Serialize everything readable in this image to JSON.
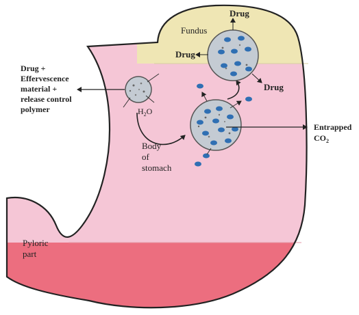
{
  "labels": {
    "fundus": "Fundus",
    "drug_top": "Drug",
    "drug_left": "Drug",
    "drug_right": "Drug",
    "input_line1": "Drug +",
    "input_line2": "Effervescence",
    "input_line3": "material +",
    "input_line4": "release control",
    "input_line5": "polymer",
    "water": "H",
    "water_sub": "2",
    "water_end": "O",
    "body_line1": "Body",
    "body_line2": "of",
    "body_line3": "stomach",
    "entrapped_line1": "Entrapped",
    "entrapped_co": "CO",
    "entrapped_sub": "2",
    "pyloric_line1": "Pyloric",
    "pyloric_line2": "part"
  },
  "colors": {
    "stomach_body": "#f5c6d6",
    "fundus": "#efe6b4",
    "pyloric": "#ec6e7f",
    "outline": "#222222",
    "granule_fill": "#c4cbd3",
    "drug_particle": "#2f6fb3",
    "text": "#222222"
  }
}
